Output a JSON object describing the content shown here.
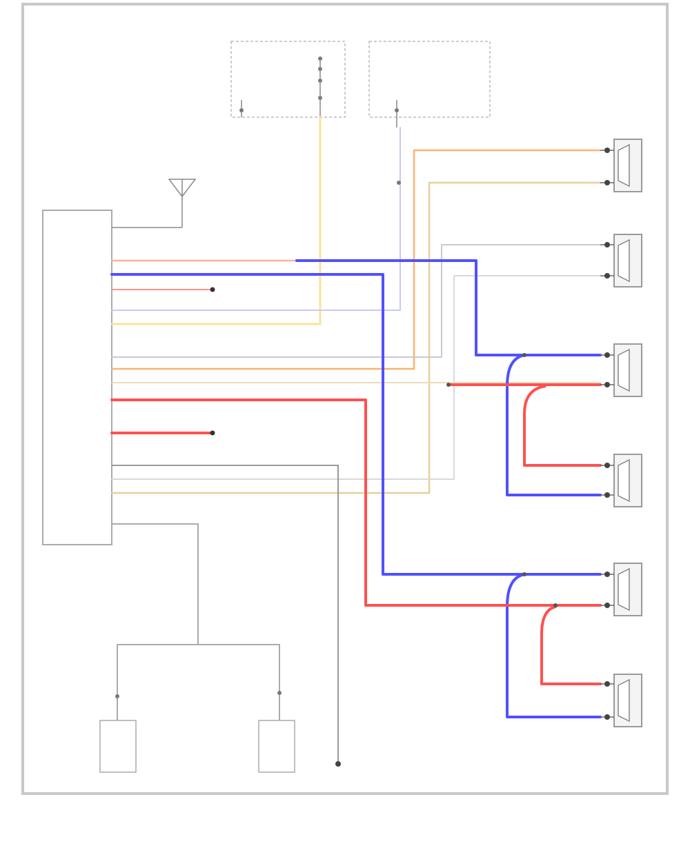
{
  "diagram_id": "",
  "colors": {
    "blue": "#5050ff",
    "red": "#ff5050",
    "orange": "#ffb070",
    "tan": "#e8cf9a",
    "yellow": "#f8e39a",
    "light_blue": "#c8c8f0",
    "gray": "#888888",
    "black": "#444444"
  },
  "top_modules": {
    "left": {
      "header": "",
      "notes": [
        "",
        "",
        "",
        ""
      ],
      "box_lines": [
        "",
        "",
        ""
      ],
      "connector_label": ""
    },
    "right": {
      "header": "",
      "box_lines": [
        "",
        "",
        ""
      ],
      "notes": [
        "",
        "",
        "",
        ""
      ]
    }
  },
  "head_unit": {
    "title": "",
    "antenna_label": "",
    "side_labels": [
      "",
      "",
      "",
      "",
      "",
      ""
    ],
    "pin_wires": [
      "",
      "",
      "",
      "",
      "",
      "",
      "",
      "",
      "",
      "",
      "",
      "",
      "",
      ""
    ]
  },
  "splices": {
    "upper": "",
    "lower": "",
    "ground_upper": "",
    "ground_lower": ""
  },
  "speakers": [
    {
      "id": "door-front-right",
      "caption": [
        "",
        ""
      ],
      "wires": [
        "",
        ""
      ]
    },
    {
      "id": "door-front-left",
      "caption": [
        "",
        ""
      ],
      "wires": [
        "",
        ""
      ]
    },
    {
      "id": "rear-right-upper",
      "caption": [
        "",
        "",
        ""
      ],
      "wires": [
        "",
        ""
      ]
    },
    {
      "id": "rear-right-lower",
      "caption": [
        "",
        "",
        ""
      ],
      "wires": [
        "",
        ""
      ]
    },
    {
      "id": "rear-left-upper",
      "caption": [
        "",
        "",
        ""
      ],
      "wires": [
        "",
        ""
      ]
    },
    {
      "id": "rear-left-lower",
      "caption": [
        "",
        "",
        ""
      ],
      "wires": [
        "",
        ""
      ]
    }
  ],
  "bottom": {
    "left_note": [
      "",
      ""
    ],
    "right_note": [
      "",
      ""
    ],
    "left_box": "",
    "right_box": "",
    "ground_note": [
      "",
      "",
      ""
    ]
  }
}
